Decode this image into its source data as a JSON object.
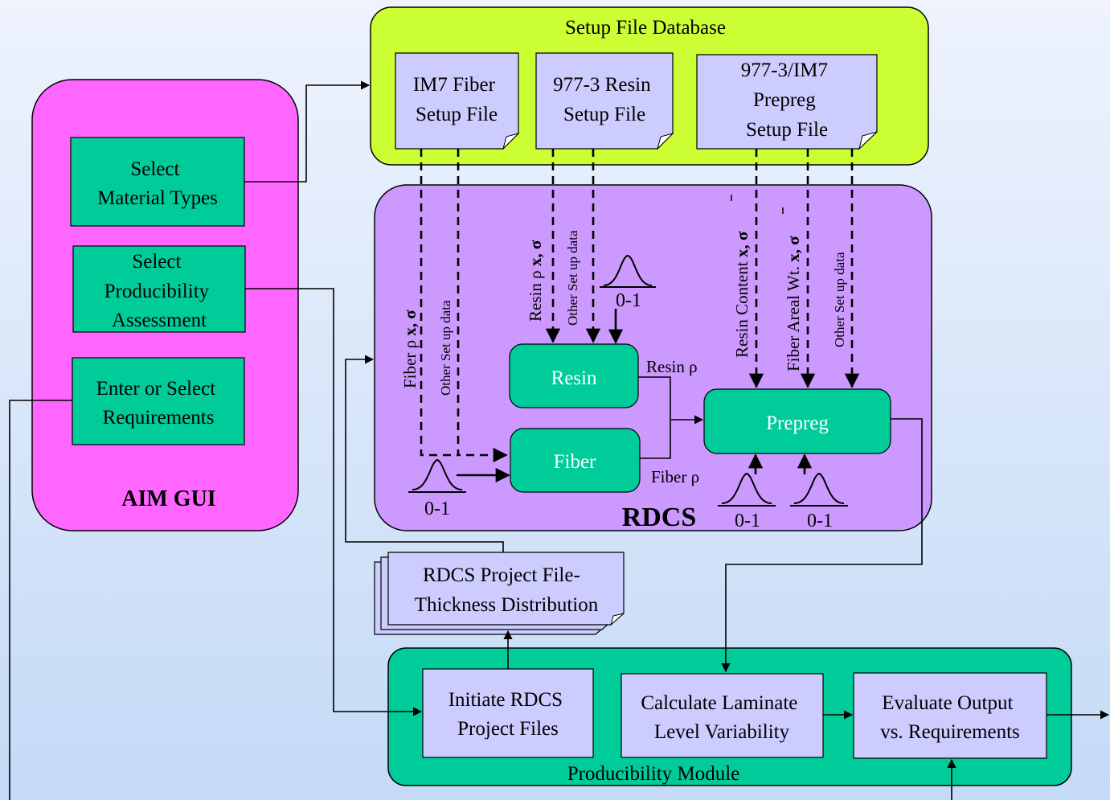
{
  "setup_db": {
    "title": "Setup File Database",
    "files": [
      {
        "lines": [
          "IM7 Fiber",
          "Setup File"
        ]
      },
      {
        "lines": [
          "977-3 Resin",
          "Setup File"
        ]
      },
      {
        "lines": [
          "977-3/IM7",
          "Prepreg",
          "Setup File"
        ]
      }
    ]
  },
  "aim_gui": {
    "title": "AIM GUI",
    "buttons": [
      {
        "lines": [
          "Select",
          "Material Types"
        ]
      },
      {
        "lines": [
          "Select",
          "Producibility",
          "Assessment"
        ]
      },
      {
        "lines": [
          "Enter or Select",
          "Requirements"
        ]
      }
    ]
  },
  "rdcs": {
    "title": "RDCS",
    "resin": "Resin",
    "fiber": "Fiber",
    "prepreg": "Prepreg",
    "resin_rho": "Resin ρ",
    "fiber_rho": "Fiber ρ",
    "range": "0-1",
    "vertical": {
      "fiber_rho_prefix": "Fiber ρ ",
      "fiber_rho_suffix": "x, σ",
      "other_setup": "Other Set up data",
      "resin_rho_prefix": "Resin ρ ",
      "resin_rho_suffix": "x, σ",
      "resin_content_prefix": "Resin Content ",
      "resin_content_suffix": "x, σ",
      "fiber_areal_prefix": "Fiber Areal Wt. ",
      "fiber_areal_suffix": "x, σ"
    }
  },
  "project_file": {
    "lines": [
      "RDCS Project File-",
      "Thickness Distribution"
    ]
  },
  "producibility": {
    "title": "Producibility Module",
    "boxes": [
      {
        "lines": [
          "Initiate RDCS",
          "Project Files"
        ]
      },
      {
        "lines": [
          "Calculate Laminate",
          "Level Variability"
        ]
      },
      {
        "lines": [
          "Evaluate Output",
          "vs.  Requirements"
        ]
      }
    ]
  },
  "colors": {
    "setup_db_fill": "#ccff33",
    "aim_gui_fill": "#ff66ff",
    "rdcs_fill": "#cc99ff",
    "module_fill": "#00cc99",
    "file_fill": "#ccccff"
  }
}
